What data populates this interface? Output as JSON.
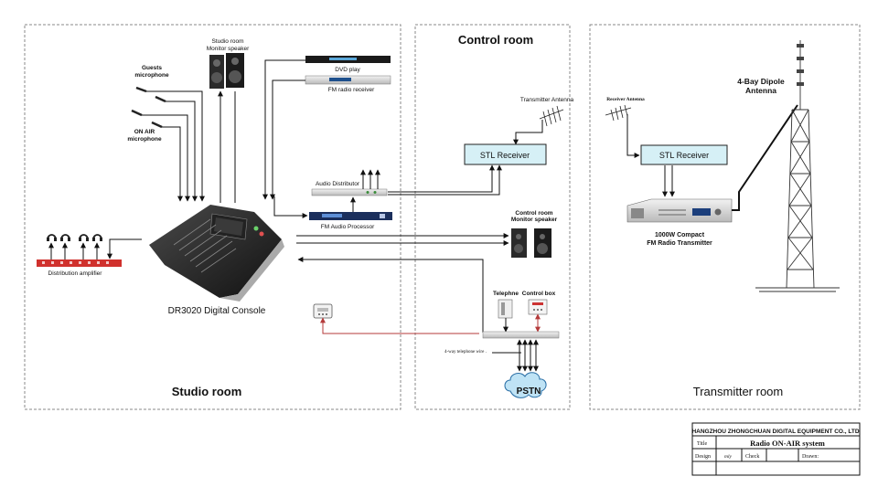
{
  "rooms": {
    "studio": "Studio  room",
    "control": "Control  room",
    "transmitter": "Transmitter room"
  },
  "labels": {
    "studio_monitor": [
      "Studio room",
      "Monitor speaker"
    ],
    "guests_mic": [
      "Guests",
      "microphone"
    ],
    "onair_mic": [
      "ON AIR",
      "microphone"
    ],
    "dvd": "DVD play",
    "fm_radio_receiver": "FM radio receiver",
    "audio_distributor": "Audio Distributor",
    "fm_audio_processor": "FM Audio Processor",
    "distribution_amplifier": "Distribution amplifier",
    "console": "DR3020 Digital Console",
    "transmitter_antenna": "Transmitter Antenna",
    "stl_receiver_control": "STL Receiver",
    "control_monitor": [
      "Control room",
      "Monitor speaker"
    ],
    "telephone": "Telephne",
    "control_box": "Control box",
    "telephone_wire": "4-way telephone wire .",
    "pstn": "PSTN",
    "receiver_antenna": "Receiver Antenna",
    "stl_receiver_tx": "STL Receiver",
    "fm_transmitter": [
      "1000W Compact",
      "FM Radio Transmitter"
    ],
    "dipole": [
      "4-Bay Dipole",
      "Antenna"
    ]
  },
  "title_block": {
    "company": "HANGZHOU ZHONGCHUAN DIGITAL EQUIPMENT CO., LTD",
    "title_label": "Title",
    "title_value": "Radio ON-AIR  system",
    "design_label": "Design",
    "design_value": "mly",
    "check_label": "Check",
    "drawn_label": "Drawn:"
  },
  "colors": {
    "stl_fill": "#d6f0f6",
    "pstn_fill": "#bfe3f5",
    "red_wire": "#b43a3a",
    "red_device": "#d0312d"
  }
}
